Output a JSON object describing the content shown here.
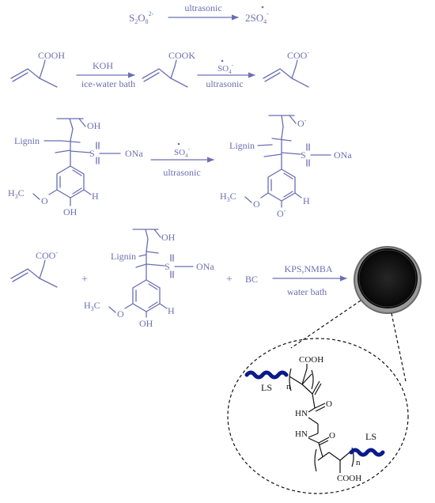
{
  "colors": {
    "structure": "#6b6fb3",
    "lignin_chain": "#0a1a8c",
    "gel_dark": "#111111",
    "gel_rim": "#8a8a8a"
  },
  "row1": {
    "reactant": "S2O8 2-",
    "arrow_label": "ultrasonic",
    "product": "2SO4 •-"
  },
  "row2": {
    "cooh": "COOH",
    "arrow1_top": "KOH",
    "arrow1_bottom": "ice-water bath",
    "cook": "COOK",
    "arrow2_top": "SO4 •-",
    "arrow2_bottom": "ultrasonic",
    "coo": "COO-"
  },
  "row3": {
    "oh": "OH",
    "lignin": "Lignin",
    "s": "S",
    "ona": "ONa",
    "o": "O",
    "h3c": "H3C",
    "h": "H",
    "arrow_top": "SO4 •-",
    "arrow_bottom": "ultrasonic",
    "o_radical": "O-"
  },
  "row4": {
    "coo": "COO-",
    "plus1": "+",
    "lignin": "Lignin",
    "oh": "OH",
    "ona": "ONa",
    "s": "S",
    "h3c": "H3C",
    "h": "H",
    "o": "O",
    "plus2": "+",
    "bc": "BC",
    "arrow_top": "KPS,NMBA",
    "arrow_bottom": "water bath"
  },
  "inset": {
    "cooh_top": "COOH",
    "ls_left": "LS",
    "n_left": "n",
    "o_top": "O",
    "hn_top": "HN",
    "hn_bottom": "HN",
    "o_bottom": "O",
    "ls_right": "LS",
    "n_right": "n",
    "cooh_bottom": "COOH"
  }
}
